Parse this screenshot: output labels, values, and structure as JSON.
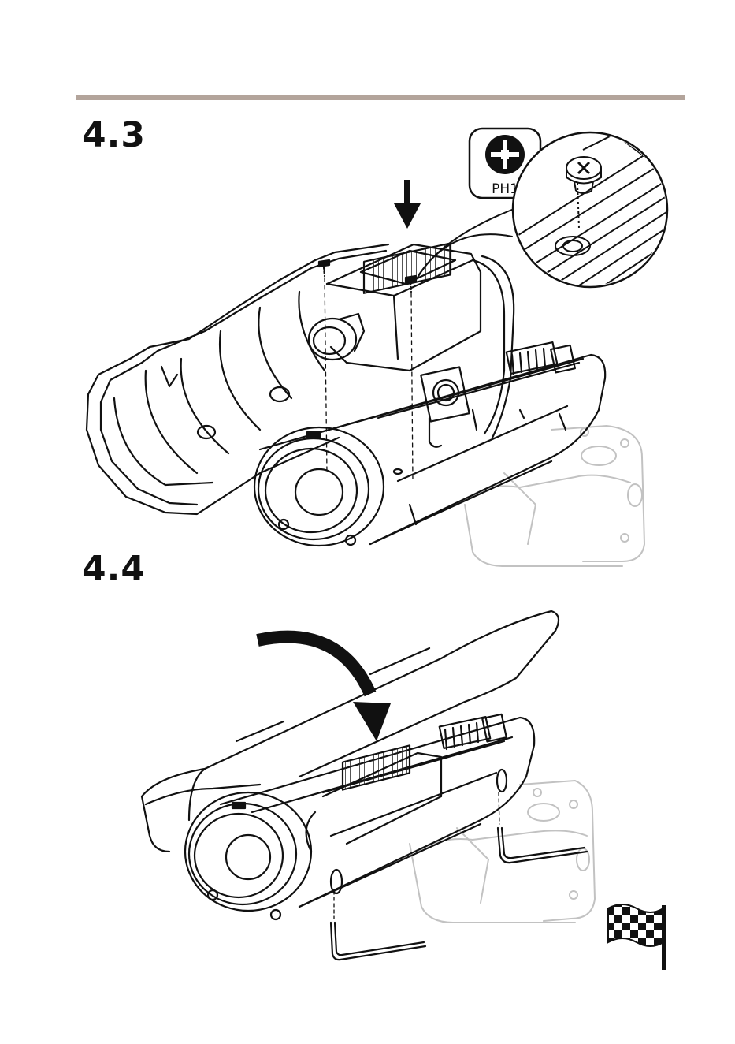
{
  "steps": [
    {
      "number": "4.3"
    },
    {
      "number": "4.4"
    }
  ],
  "tool": {
    "label": "PH1",
    "icon": "phillips-screwdriver-icon"
  },
  "finish_icon": "checkered-flag-icon",
  "colors": {
    "rule": "#b3a49b",
    "ghost": "#c8c8c8",
    "line": "#111111"
  }
}
